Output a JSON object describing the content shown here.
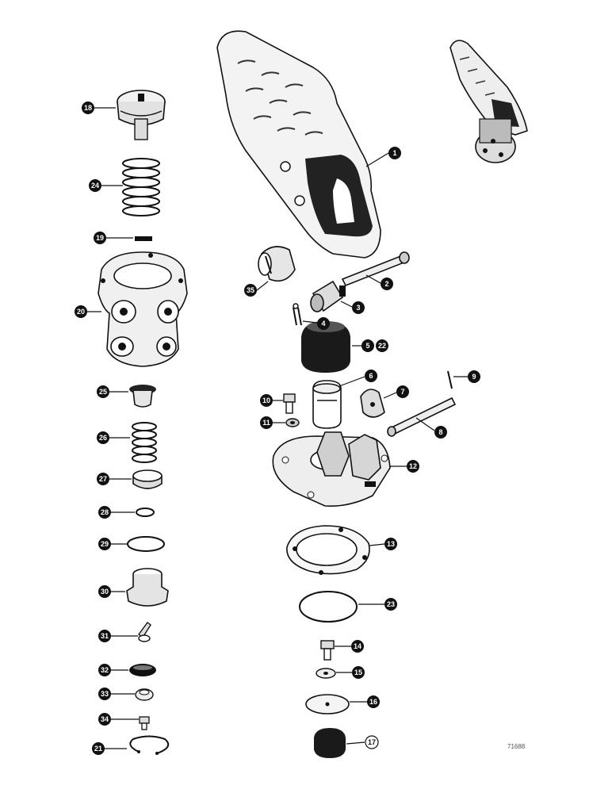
{
  "diagram": {
    "figure_id": "71688",
    "callouts": [
      {
        "id": "c18",
        "label": "18"
      },
      {
        "id": "c24",
        "label": "24"
      },
      {
        "id": "c19",
        "label": "19"
      },
      {
        "id": "c20",
        "label": "20"
      },
      {
        "id": "c25",
        "label": "25"
      },
      {
        "id": "c26",
        "label": "26"
      },
      {
        "id": "c27",
        "label": "27"
      },
      {
        "id": "c28",
        "label": "28"
      },
      {
        "id": "c29",
        "label": "29"
      },
      {
        "id": "c30",
        "label": "30"
      },
      {
        "id": "c31",
        "label": "31"
      },
      {
        "id": "c32",
        "label": "32"
      },
      {
        "id": "c33",
        "label": "33"
      },
      {
        "id": "c34",
        "label": "34"
      },
      {
        "id": "c21",
        "label": "21"
      },
      {
        "id": "c1",
        "label": "1"
      },
      {
        "id": "c2",
        "label": "2"
      },
      {
        "id": "c3",
        "label": "3"
      },
      {
        "id": "c4",
        "label": "4"
      },
      {
        "id": "c35",
        "label": "35"
      },
      {
        "id": "c5",
        "label": "5"
      },
      {
        "id": "c22",
        "label": "22"
      },
      {
        "id": "c6",
        "label": "6"
      },
      {
        "id": "c7",
        "label": "7"
      },
      {
        "id": "c8",
        "label": "8"
      },
      {
        "id": "c9",
        "label": "9"
      },
      {
        "id": "c10",
        "label": "10"
      },
      {
        "id": "c11",
        "label": "11"
      },
      {
        "id": "c12",
        "label": "12"
      },
      {
        "id": "c13",
        "label": "13"
      },
      {
        "id": "c23",
        "label": "23"
      },
      {
        "id": "c14",
        "label": "14"
      },
      {
        "id": "c15",
        "label": "15"
      },
      {
        "id": "c16",
        "label": "16"
      },
      {
        "id": "c17",
        "label": "17"
      }
    ]
  }
}
